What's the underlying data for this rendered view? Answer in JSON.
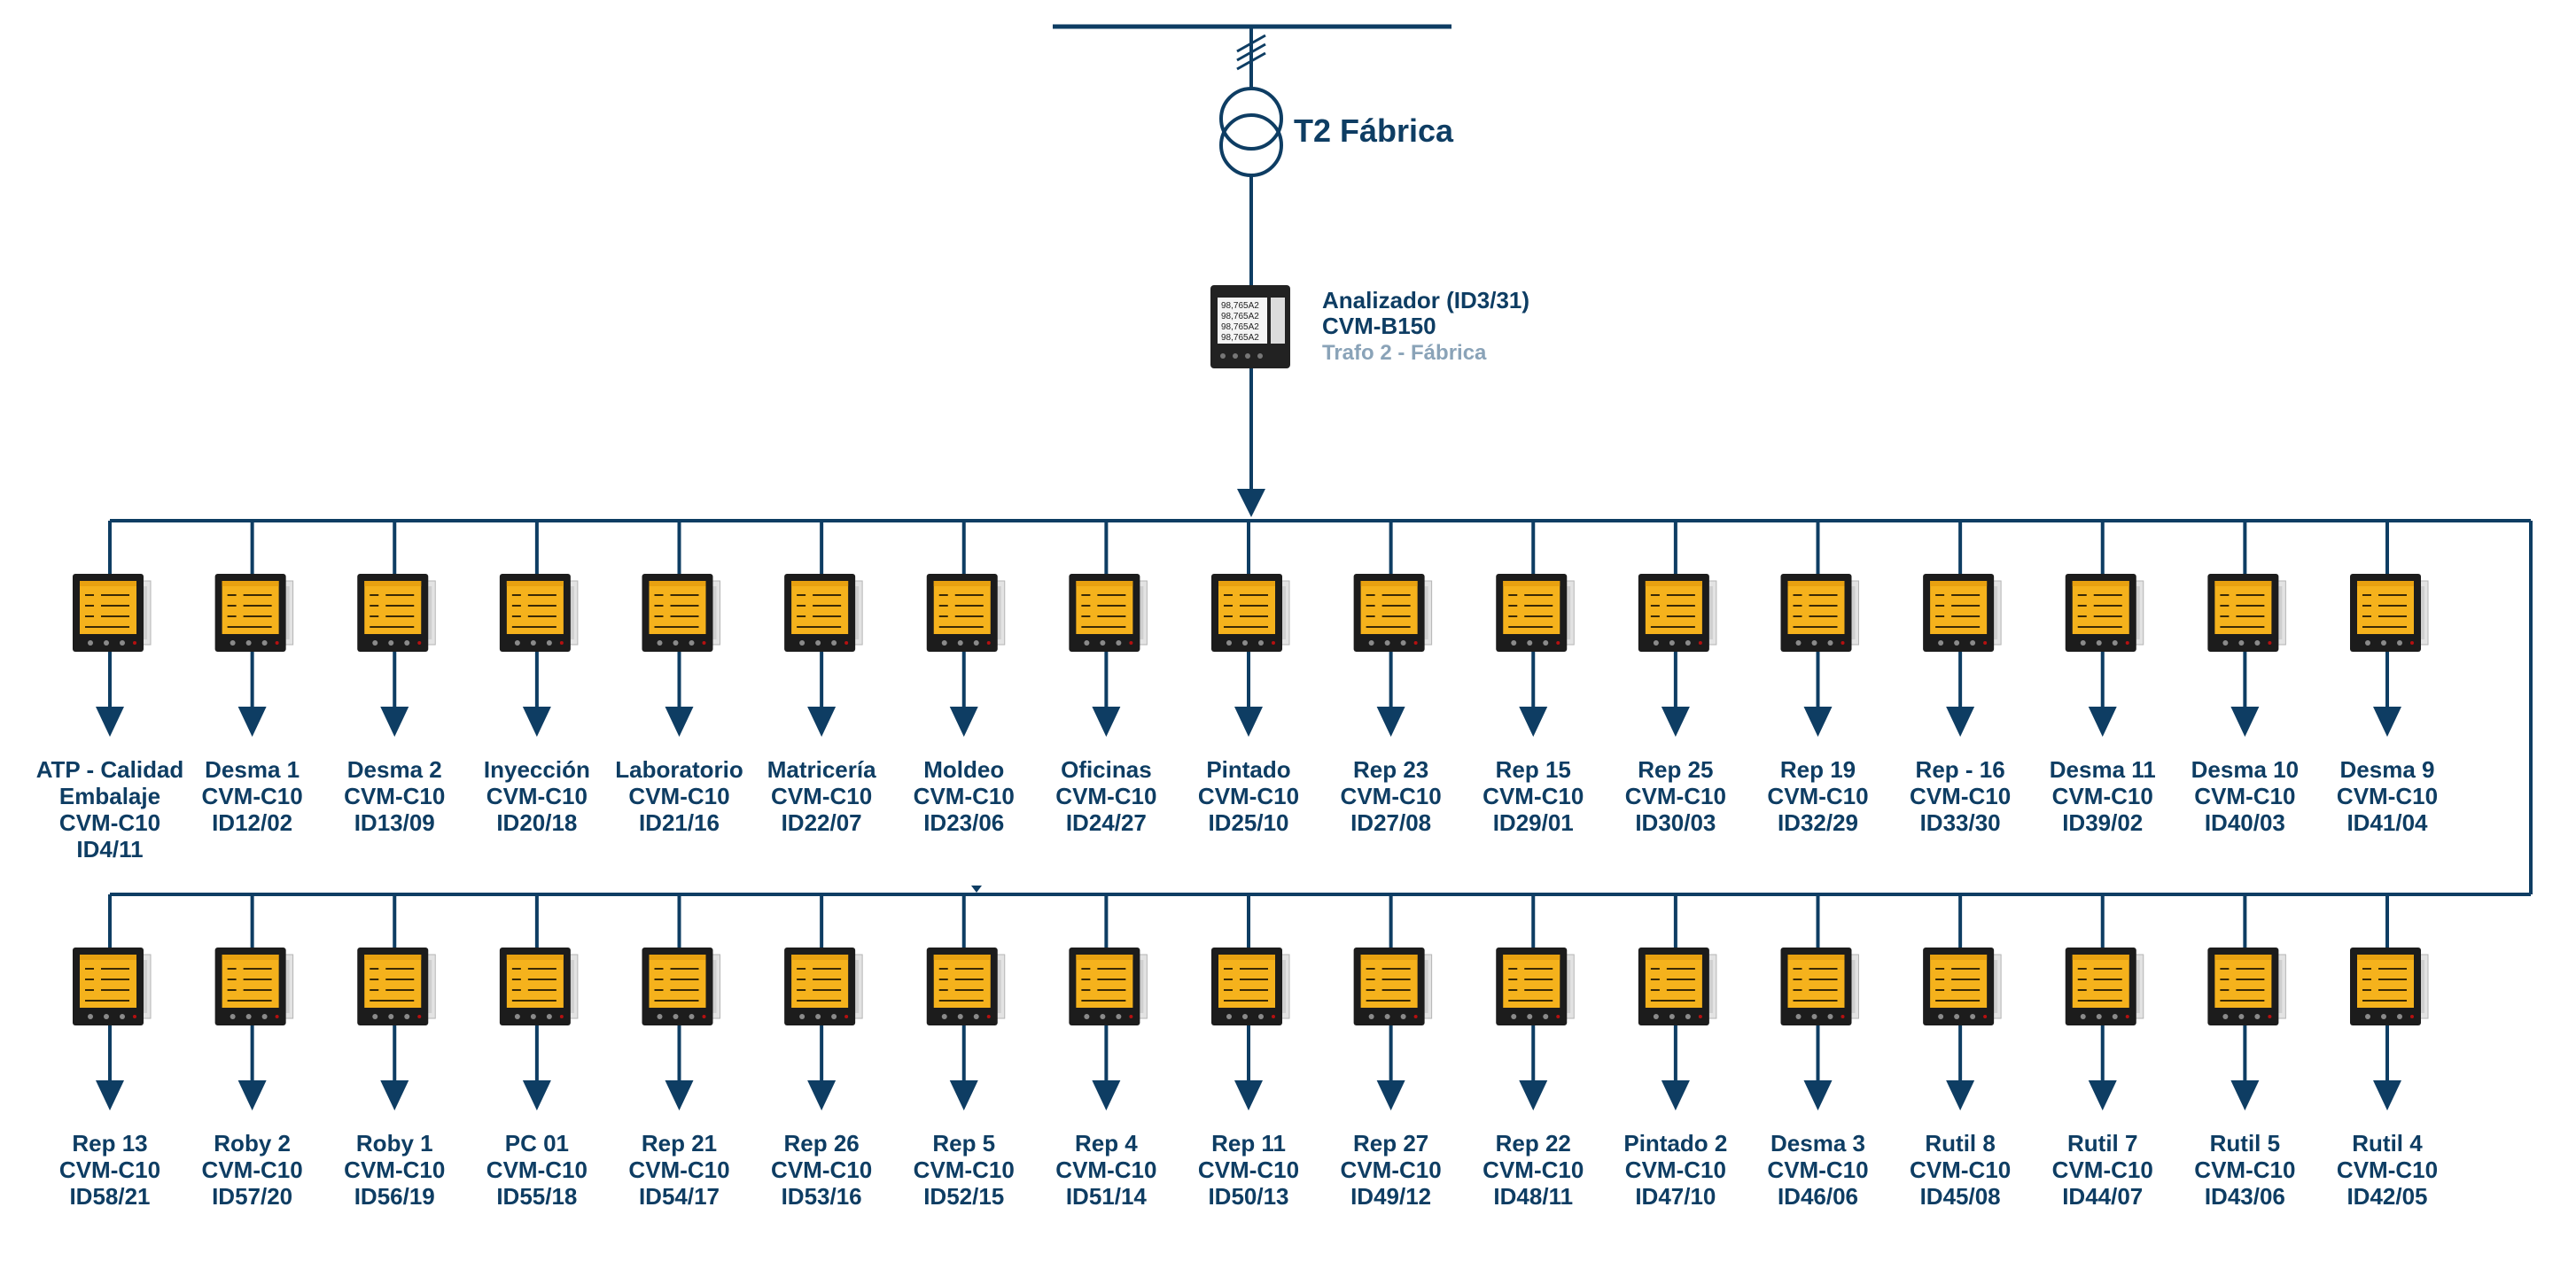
{
  "transformer": {
    "title": "T2 Fábrica",
    "icon": "transformer-icon"
  },
  "main_analyzer": {
    "line1": "Analizador (ID3/31)",
    "line2": "CVM-B150",
    "line3": "Trafo 2 - Fábrica",
    "screen_readings": [
      "98,765A2",
      "98,765A2",
      "98,765A2",
      "98,765A2"
    ]
  },
  "colors": {
    "line": "#0e3d63",
    "subtitle": "#8aa3b8",
    "meter_screen": "#f5b21c",
    "meter_body": "#1c1c1c"
  },
  "rows": [
    {
      "meters": [
        {
          "name": [
            "ATP - Calidad",
            "Embalaje"
          ],
          "model": "CVM-C10",
          "id": "ID4/11"
        },
        {
          "name": [
            "Desma 1"
          ],
          "model": "CVM-C10",
          "id": "ID12/02"
        },
        {
          "name": [
            "Desma 2"
          ],
          "model": "CVM-C10",
          "id": "ID13/09"
        },
        {
          "name": [
            "Inyección"
          ],
          "model": "CVM-C10",
          "id": "ID20/18"
        },
        {
          "name": [
            "Laboratorio"
          ],
          "model": "CVM-C10",
          "id": "ID21/16"
        },
        {
          "name": [
            "Matricería"
          ],
          "model": "CVM-C10",
          "id": "ID22/07"
        },
        {
          "name": [
            "Moldeo"
          ],
          "model": "CVM-C10",
          "id": "ID23/06"
        },
        {
          "name": [
            "Oficinas"
          ],
          "model": "CVM-C10",
          "id": "ID24/27"
        },
        {
          "name": [
            "Pintado"
          ],
          "model": "CVM-C10",
          "id": "ID25/10"
        },
        {
          "name": [
            "Rep 23"
          ],
          "model": "CVM-C10",
          "id": "ID27/08"
        },
        {
          "name": [
            "Rep 15"
          ],
          "model": "CVM-C10",
          "id": "ID29/01"
        },
        {
          "name": [
            "Rep 25"
          ],
          "model": "CVM-C10",
          "id": "ID30/03"
        },
        {
          "name": [
            "Rep 19"
          ],
          "model": "CVM-C10",
          "id": "ID32/29"
        },
        {
          "name": [
            "Rep - 16"
          ],
          "model": "CVM-C10",
          "id": "ID33/30"
        },
        {
          "name": [
            "Desma 11"
          ],
          "model": "CVM-C10",
          "id": "ID39/02"
        },
        {
          "name": [
            "Desma 10"
          ],
          "model": "CVM-C10",
          "id": "ID40/03"
        },
        {
          "name": [
            "Desma 9"
          ],
          "model": "CVM-C10",
          "id": "ID41/04"
        }
      ]
    },
    {
      "meters": [
        {
          "name": [
            "Rep 13"
          ],
          "model": "CVM-C10",
          "id": "ID58/21"
        },
        {
          "name": [
            "Roby 2"
          ],
          "model": "CVM-C10",
          "id": "ID57/20"
        },
        {
          "name": [
            "Roby 1"
          ],
          "model": "CVM-C10",
          "id": "ID56/19"
        },
        {
          "name": [
            "PC 01"
          ],
          "model": "CVM-C10",
          "id": "ID55/18"
        },
        {
          "name": [
            "Rep 21"
          ],
          "model": "CVM-C10",
          "id": "ID54/17"
        },
        {
          "name": [
            "Rep 26"
          ],
          "model": "CVM-C10",
          "id": "ID53/16"
        },
        {
          "name": [
            "Rep 5"
          ],
          "model": "CVM-C10",
          "id": "ID52/15"
        },
        {
          "name": [
            "Rep 4"
          ],
          "model": "CVM-C10",
          "id": "ID51/14"
        },
        {
          "name": [
            "Rep 11"
          ],
          "model": "CVM-C10",
          "id": "ID50/13"
        },
        {
          "name": [
            "Rep 27"
          ],
          "model": "CVM-C10",
          "id": "ID49/12"
        },
        {
          "name": [
            "Rep 22"
          ],
          "model": "CVM-C10",
          "id": "ID48/11"
        },
        {
          "name": [
            "Pintado 2"
          ],
          "model": "CVM-C10",
          "id": "ID47/10"
        },
        {
          "name": [
            "Desma 3"
          ],
          "model": "CVM-C10",
          "id": "ID46/06"
        },
        {
          "name": [
            "Rutil 8"
          ],
          "model": "CVM-C10",
          "id": "ID45/08"
        },
        {
          "name": [
            "Rutil 7"
          ],
          "model": "CVM-C10",
          "id": "ID44/07"
        },
        {
          "name": [
            "Rutil 5"
          ],
          "model": "CVM-C10",
          "id": "ID43/06"
        },
        {
          "name": [
            "Rutil 4"
          ],
          "model": "CVM-C10",
          "id": "ID42/05"
        }
      ]
    }
  ]
}
